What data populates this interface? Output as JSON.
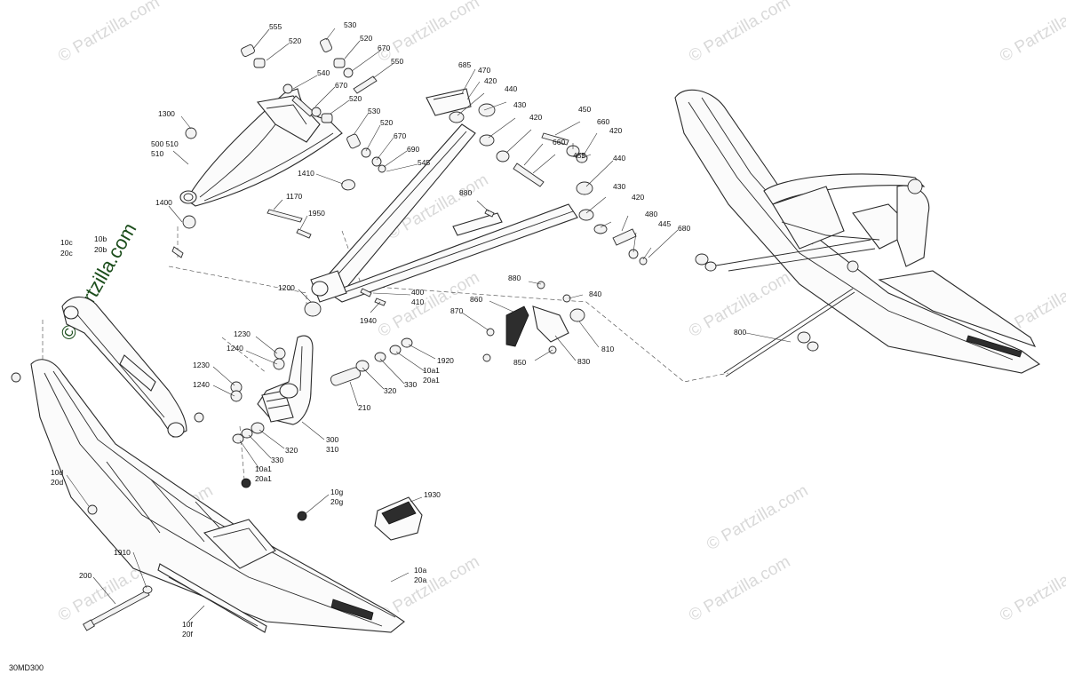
{
  "drawing_code": "30MD300",
  "watermarks": {
    "site_text": "© Partzilla.com",
    "emphasized_text": "© Partzilla.com"
  },
  "colors": {
    "line": "#2a2a2a",
    "watermark": "#d9d9d9",
    "brand_green": "#3c8a3c"
  },
  "callouts": [
    "555",
    "520",
    "530",
    "520",
    "670",
    "550",
    "540",
    "670",
    "520",
    "530",
    "520",
    "670",
    "690",
    "545",
    "1300",
    "500\n510",
    "1410",
    "1170",
    "1950",
    "1400",
    "10c\n20c",
    "10b\n20b",
    "685",
    "470",
    "420",
    "440",
    "430",
    "450",
    "420",
    "660",
    "420",
    "660",
    "455",
    "880",
    "440",
    "430",
    "420",
    "480",
    "445",
    "680",
    "1200",
    "400\n410",
    "1940",
    "880",
    "860",
    "870",
    "840",
    "810",
    "830",
    "850",
    "1230",
    "1240",
    "1920",
    "10a1\n20a1",
    "330",
    "320",
    "1230",
    "1240",
    "210",
    "300\n310",
    "320",
    "330",
    "10a1\n20a1",
    "10d\n20d",
    "10g\n20g",
    "1930",
    "1910",
    "200",
    "10a\n20a",
    "10f\n20f",
    "800"
  ]
}
